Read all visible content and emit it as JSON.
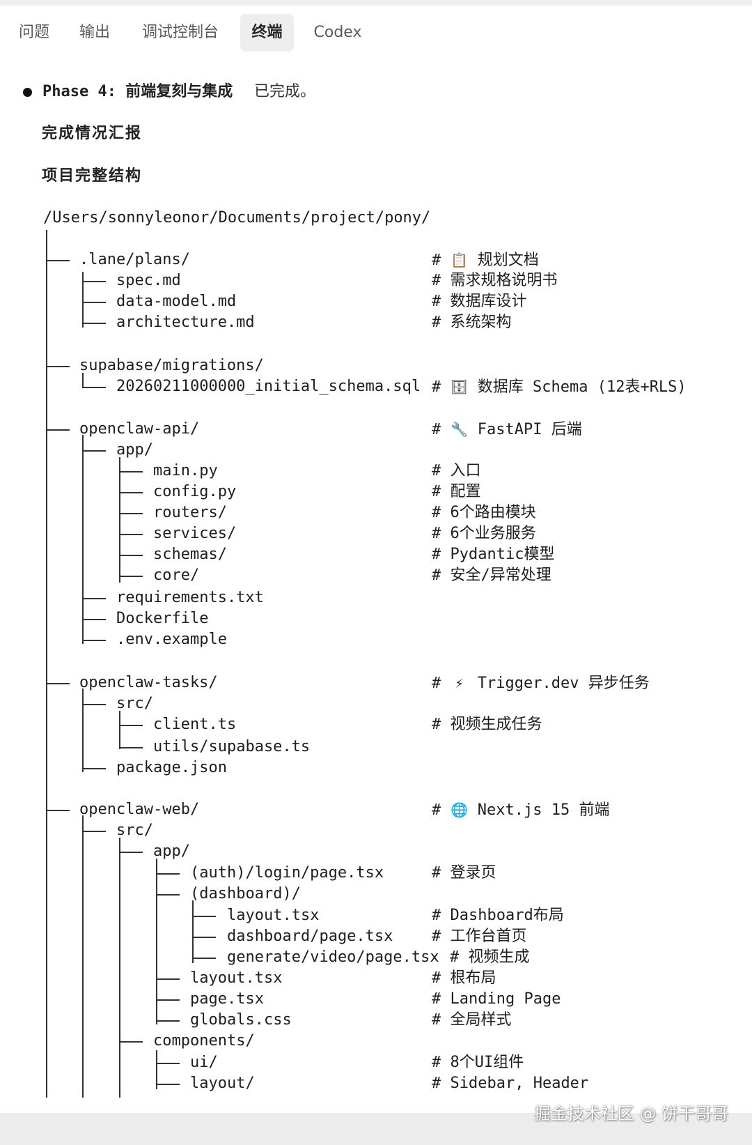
{
  "tabs": [
    {
      "label": "问题",
      "active": false
    },
    {
      "label": "输出",
      "active": false
    },
    {
      "label": "调试控制台",
      "active": false
    },
    {
      "label": "终端",
      "active": true
    },
    {
      "label": "Codex",
      "active": false
    }
  ],
  "phase": {
    "title": "Phase 4: 前端复刻与集成",
    "status": "已完成。"
  },
  "headings": {
    "report": "完成情况汇报",
    "structure": "项目完整结构"
  },
  "root_path": "/Users/sonnyleonor/Documents/project/pony/",
  "icons": {
    "plans": "clipboard-icon",
    "supabase": "file-cabinet-icon",
    "api": "wrench-icon",
    "tasks": "lightning-icon",
    "web": "globe-icon"
  },
  "tree": {
    "lane": {
      "name": ".lane/plans/",
      "comment": "规划文档"
    },
    "spec": {
      "name": "spec.md",
      "comment": "需求规格说明书"
    },
    "data_model": {
      "name": "data-model.md",
      "comment": "数据库设计"
    },
    "architecture": {
      "name": "architecture.md",
      "comment": "系统架构"
    },
    "supabase": {
      "name": "supabase/migrations/"
    },
    "schema_sql": {
      "name": "20260211000000_initial_schema.sql",
      "comment": "数据库 Schema (12表+RLS)"
    },
    "api": {
      "name": "openclaw-api/",
      "comment": "FastAPI 后端"
    },
    "api_app": {
      "name": "app/"
    },
    "main_py": {
      "name": "main.py",
      "comment": "入口"
    },
    "config_py": {
      "name": "config.py",
      "comment": "配置"
    },
    "routers": {
      "name": "routers/",
      "comment": "6个路由模块"
    },
    "services": {
      "name": "services/",
      "comment": "6个业务服务"
    },
    "schemas": {
      "name": "schemas/",
      "comment": "Pydantic模型"
    },
    "core": {
      "name": "core/",
      "comment": "安全/异常处理"
    },
    "requirements": {
      "name": "requirements.txt"
    },
    "dockerfile": {
      "name": "Dockerfile"
    },
    "env_example": {
      "name": ".env.example"
    },
    "tasks": {
      "name": "openclaw-tasks/",
      "comment": "Trigger.dev 异步任务"
    },
    "tasks_src": {
      "name": "src/"
    },
    "client_ts": {
      "name": "client.ts",
      "comment": "视频生成任务"
    },
    "utils_supabase": {
      "name": "utils/supabase.ts"
    },
    "package_json": {
      "name": "package.json"
    },
    "web": {
      "name": "openclaw-web/",
      "comment": "Next.js 15 前端"
    },
    "web_src": {
      "name": "src/"
    },
    "web_app": {
      "name": "app/"
    },
    "login_page": {
      "name": "(auth)/login/page.tsx",
      "comment": "登录页"
    },
    "dashboard_group": {
      "name": "(dashboard)/"
    },
    "dash_layout": {
      "name": "layout.tsx",
      "comment": "Dashboard布局"
    },
    "dash_page": {
      "name": "dashboard/page.tsx",
      "comment": "工作台首页"
    },
    "video_page": {
      "name": "generate/video/page.tsx",
      "comment": "视频生成"
    },
    "root_layout": {
      "name": "layout.tsx",
      "comment": "根布局"
    },
    "root_page": {
      "name": "page.tsx",
      "comment": "Landing Page"
    },
    "globals_css": {
      "name": "globals.css",
      "comment": "全局样式"
    },
    "components": {
      "name": "components/"
    },
    "ui": {
      "name": "ui/",
      "comment": "8个UI组件"
    },
    "layout_dir": {
      "name": "layout/",
      "comment": "Sidebar, Header"
    }
  },
  "comment_hash": "#",
  "watermark": "掘金技术社区 @ 饼干哥哥"
}
